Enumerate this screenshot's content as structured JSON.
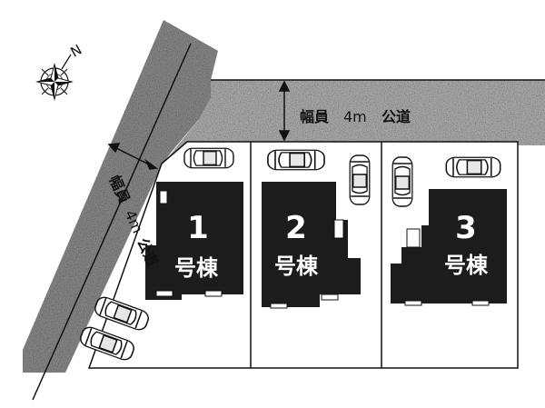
{
  "roads": {
    "top": {
      "width_label": "幅員",
      "width_value": "4m",
      "type_label": "公道"
    },
    "left": {
      "width_label": "幅員",
      "width_value": "4m",
      "type_label": "公道"
    }
  },
  "compass": {
    "north_label": "N",
    "icon": "compass-rose-icon"
  },
  "buildings": [
    {
      "number": "1",
      "suffix": "号棟"
    },
    {
      "number": "2",
      "suffix": "号棟"
    },
    {
      "number": "3",
      "suffix": "号棟"
    }
  ],
  "colors": {
    "building": "#1c1c1c",
    "road": "#8f8f8f",
    "line": "#111111",
    "lot": "#ffffff"
  }
}
